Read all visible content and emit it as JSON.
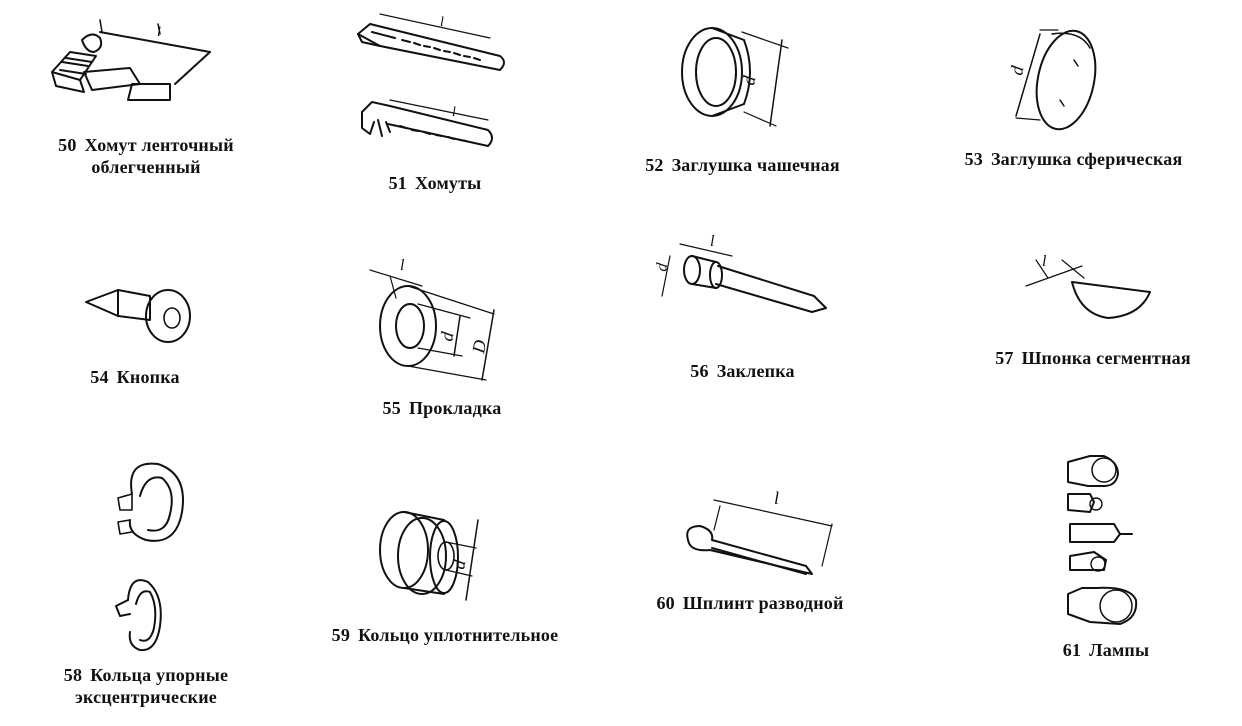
{
  "items": [
    {
      "num": "50",
      "line1": "Хомут ленточный",
      "line2": "облегченный",
      "icon": "band-clamp-icon"
    },
    {
      "num": "51",
      "line1": "Хомуты",
      "icon": "clamps-icon"
    },
    {
      "num": "52",
      "line1": "Заглушка чашечная",
      "icon": "cup-plug-icon"
    },
    {
      "num": "53",
      "line1": "Заглушка сферическая",
      "icon": "spherical-plug-icon"
    },
    {
      "num": "54",
      "line1": "Кнопка",
      "icon": "button-stud-icon"
    },
    {
      "num": "55",
      "line1": "Прокладка",
      "icon": "gasket-icon"
    },
    {
      "num": "56",
      "line1": "Заклепка",
      "icon": "rivet-icon"
    },
    {
      "num": "57",
      "line1": "Шпонка сегментная",
      "icon": "woodruff-key-icon"
    },
    {
      "num": "58",
      "line1": "Кольца упорные",
      "line2": "эксцентрические",
      "icon": "retaining-rings-icon"
    },
    {
      "num": "59",
      "line1": "Кольцо уплотнительное",
      "icon": "seal-ring-icon"
    },
    {
      "num": "60",
      "line1": "Шплинт разводной",
      "icon": "cotter-pin-icon"
    },
    {
      "num": "61",
      "line1": "Лампы",
      "icon": "lamps-icon"
    }
  ],
  "dim_labels": {
    "l": "l",
    "d": "d",
    "D": "D"
  }
}
